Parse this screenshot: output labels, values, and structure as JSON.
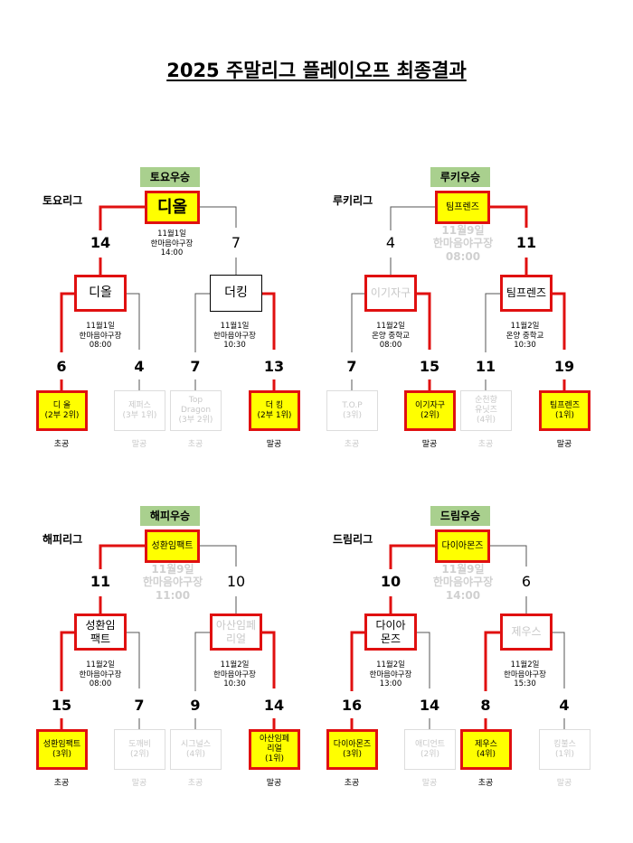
{
  "title": "2025 주말리그 플레이오프 최종결과",
  "colors": {
    "accent_red": "#e01010",
    "highlight_yellow": "#ffff00",
    "champion_green": "#a9d08e",
    "faded_gray": "#c8c8c8"
  },
  "brackets": [
    {
      "league": "토요리그",
      "champion_label": "토요우승",
      "final": {
        "team": "디올",
        "winner": "left",
        "schedule": "11월1일\n한마음야구장\n14:00",
        "schedule_faded": false,
        "score_left": "14",
        "score_right": "7"
      },
      "semis": [
        {
          "team": "디올",
          "style": "red",
          "faded": false,
          "winner": "left",
          "schedule": "11월1일\n한마음야구장\n08:00",
          "score_left": "6",
          "score_right": "4"
        },
        {
          "team": "더킹",
          "style": "plain",
          "faded": false,
          "winner": "right",
          "schedule": "11월1일\n한마음야구장\n10:30",
          "score_left": "7",
          "score_right": "13"
        }
      ],
      "teams": [
        {
          "name": "디  올\n(2부 2위)",
          "result": "win",
          "side": "초공"
        },
        {
          "name": "제퍼스\n(3부 1위)",
          "result": "lose",
          "side": "말공"
        },
        {
          "name": "Top\nDragon\n(3부 2위)",
          "result": "lose",
          "side": "초공"
        },
        {
          "name": "더  킹\n(2부 1위)",
          "result": "win",
          "side": "말공"
        }
      ]
    },
    {
      "league": "루키리그",
      "champion_label": "루키우승",
      "final": {
        "team": "팀프렌즈",
        "winner": "right",
        "schedule": "11월9일\n한마음야구장\n08:00",
        "schedule_faded": true,
        "score_left": "4",
        "score_right": "11"
      },
      "semis": [
        {
          "team": "이기자구",
          "style": "red",
          "faded": true,
          "winner": "right",
          "schedule": "11월2일\n온양 중학교\n08:00",
          "score_left": "7",
          "score_right": "15"
        },
        {
          "team": "팀프렌즈",
          "style": "red",
          "faded": false,
          "winner": "right",
          "schedule": "11월2일\n온양 중학교\n10:30",
          "score_left": "11",
          "score_right": "19"
        }
      ],
      "teams": [
        {
          "name": "T.O.P\n(3위)",
          "result": "lose",
          "side": "초공"
        },
        {
          "name": "이기자구\n(2위)",
          "result": "win",
          "side": "말공"
        },
        {
          "name": "순천향\n유닛즈\n(4위)",
          "result": "lose",
          "side": "초공"
        },
        {
          "name": "팀프렌즈\n(1위)",
          "result": "win",
          "side": "말공"
        }
      ]
    },
    {
      "league": "해피리그",
      "champion_label": "해피우승",
      "final": {
        "team": "성환임팩트",
        "winner": "left",
        "schedule": "11월9일\n한마음야구장\n11:00",
        "schedule_faded": true,
        "score_left": "11",
        "score_right": "10"
      },
      "semis": [
        {
          "team": "성환임\n팩트",
          "style": "red",
          "faded": false,
          "winner": "left",
          "schedule": "11월2일\n한마음야구장\n08:00",
          "score_left": "15",
          "score_right": "7"
        },
        {
          "team": "아산임페\n리얼",
          "style": "red",
          "faded": true,
          "winner": "right",
          "schedule": "11월2일\n한마음야구장\n10:30",
          "score_left": "9",
          "score_right": "14"
        }
      ],
      "teams": [
        {
          "name": "성환임팩트\n(3위)",
          "result": "win",
          "side": "초공"
        },
        {
          "name": "도깨비\n(2위)",
          "result": "lose",
          "side": "말공"
        },
        {
          "name": "시그널스\n(4위)",
          "result": "lose",
          "side": "초공"
        },
        {
          "name": "아산임페\n리얼\n(1위)",
          "result": "win",
          "side": "말공"
        }
      ]
    },
    {
      "league": "드림리그",
      "champion_label": "드림우승",
      "final": {
        "team": "다이아몬즈",
        "winner": "left",
        "schedule": "11월9일\n한마음야구장\n14:00",
        "schedule_faded": true,
        "score_left": "10",
        "score_right": "6"
      },
      "semis": [
        {
          "team": "다이아\n몬즈",
          "style": "red",
          "faded": false,
          "winner": "left",
          "schedule": "11월2일\n한마음야구장\n13:00",
          "score_left": "16",
          "score_right": "14"
        },
        {
          "team": "제우스",
          "style": "red",
          "faded": true,
          "winner": "left",
          "schedule": "11월2일\n한마음야구장\n15:30",
          "score_left": "8",
          "score_right": "4"
        }
      ],
      "teams": [
        {
          "name": "다이아몬즈\n(3위)",
          "result": "win",
          "side": "초공"
        },
        {
          "name": "애디언트\n(2위)",
          "result": "lose",
          "side": "말공"
        },
        {
          "name": "제우스\n(4위)",
          "result": "win",
          "side": "초공"
        },
        {
          "name": "킹불스\n(1위)",
          "result": "lose",
          "side": "말공"
        }
      ]
    }
  ]
}
